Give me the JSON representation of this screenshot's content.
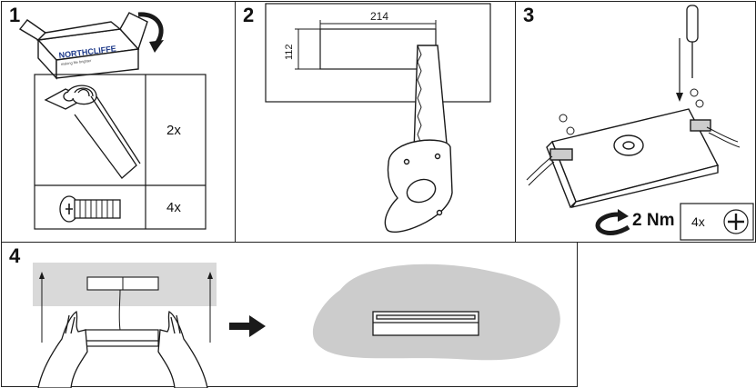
{
  "steps": [
    {
      "number": "1"
    },
    {
      "number": "2"
    },
    {
      "number": "3"
    },
    {
      "number": "4"
    }
  ],
  "step1": {
    "brand": "NORTHCLIFFE",
    "tagline": "making life brighter",
    "parts": [
      {
        "name": "mounting-clip",
        "quantity": "2x"
      },
      {
        "name": "screw",
        "quantity": "4x"
      }
    ]
  },
  "step2": {
    "width_label": "214",
    "height_label": "112"
  },
  "step3": {
    "torque": "2 Nm",
    "screw_count": "4x"
  },
  "colors": {
    "line": "#1a1a1a",
    "ceiling_gray": "#d9d9d9",
    "blob_gray": "#cccccc"
  }
}
